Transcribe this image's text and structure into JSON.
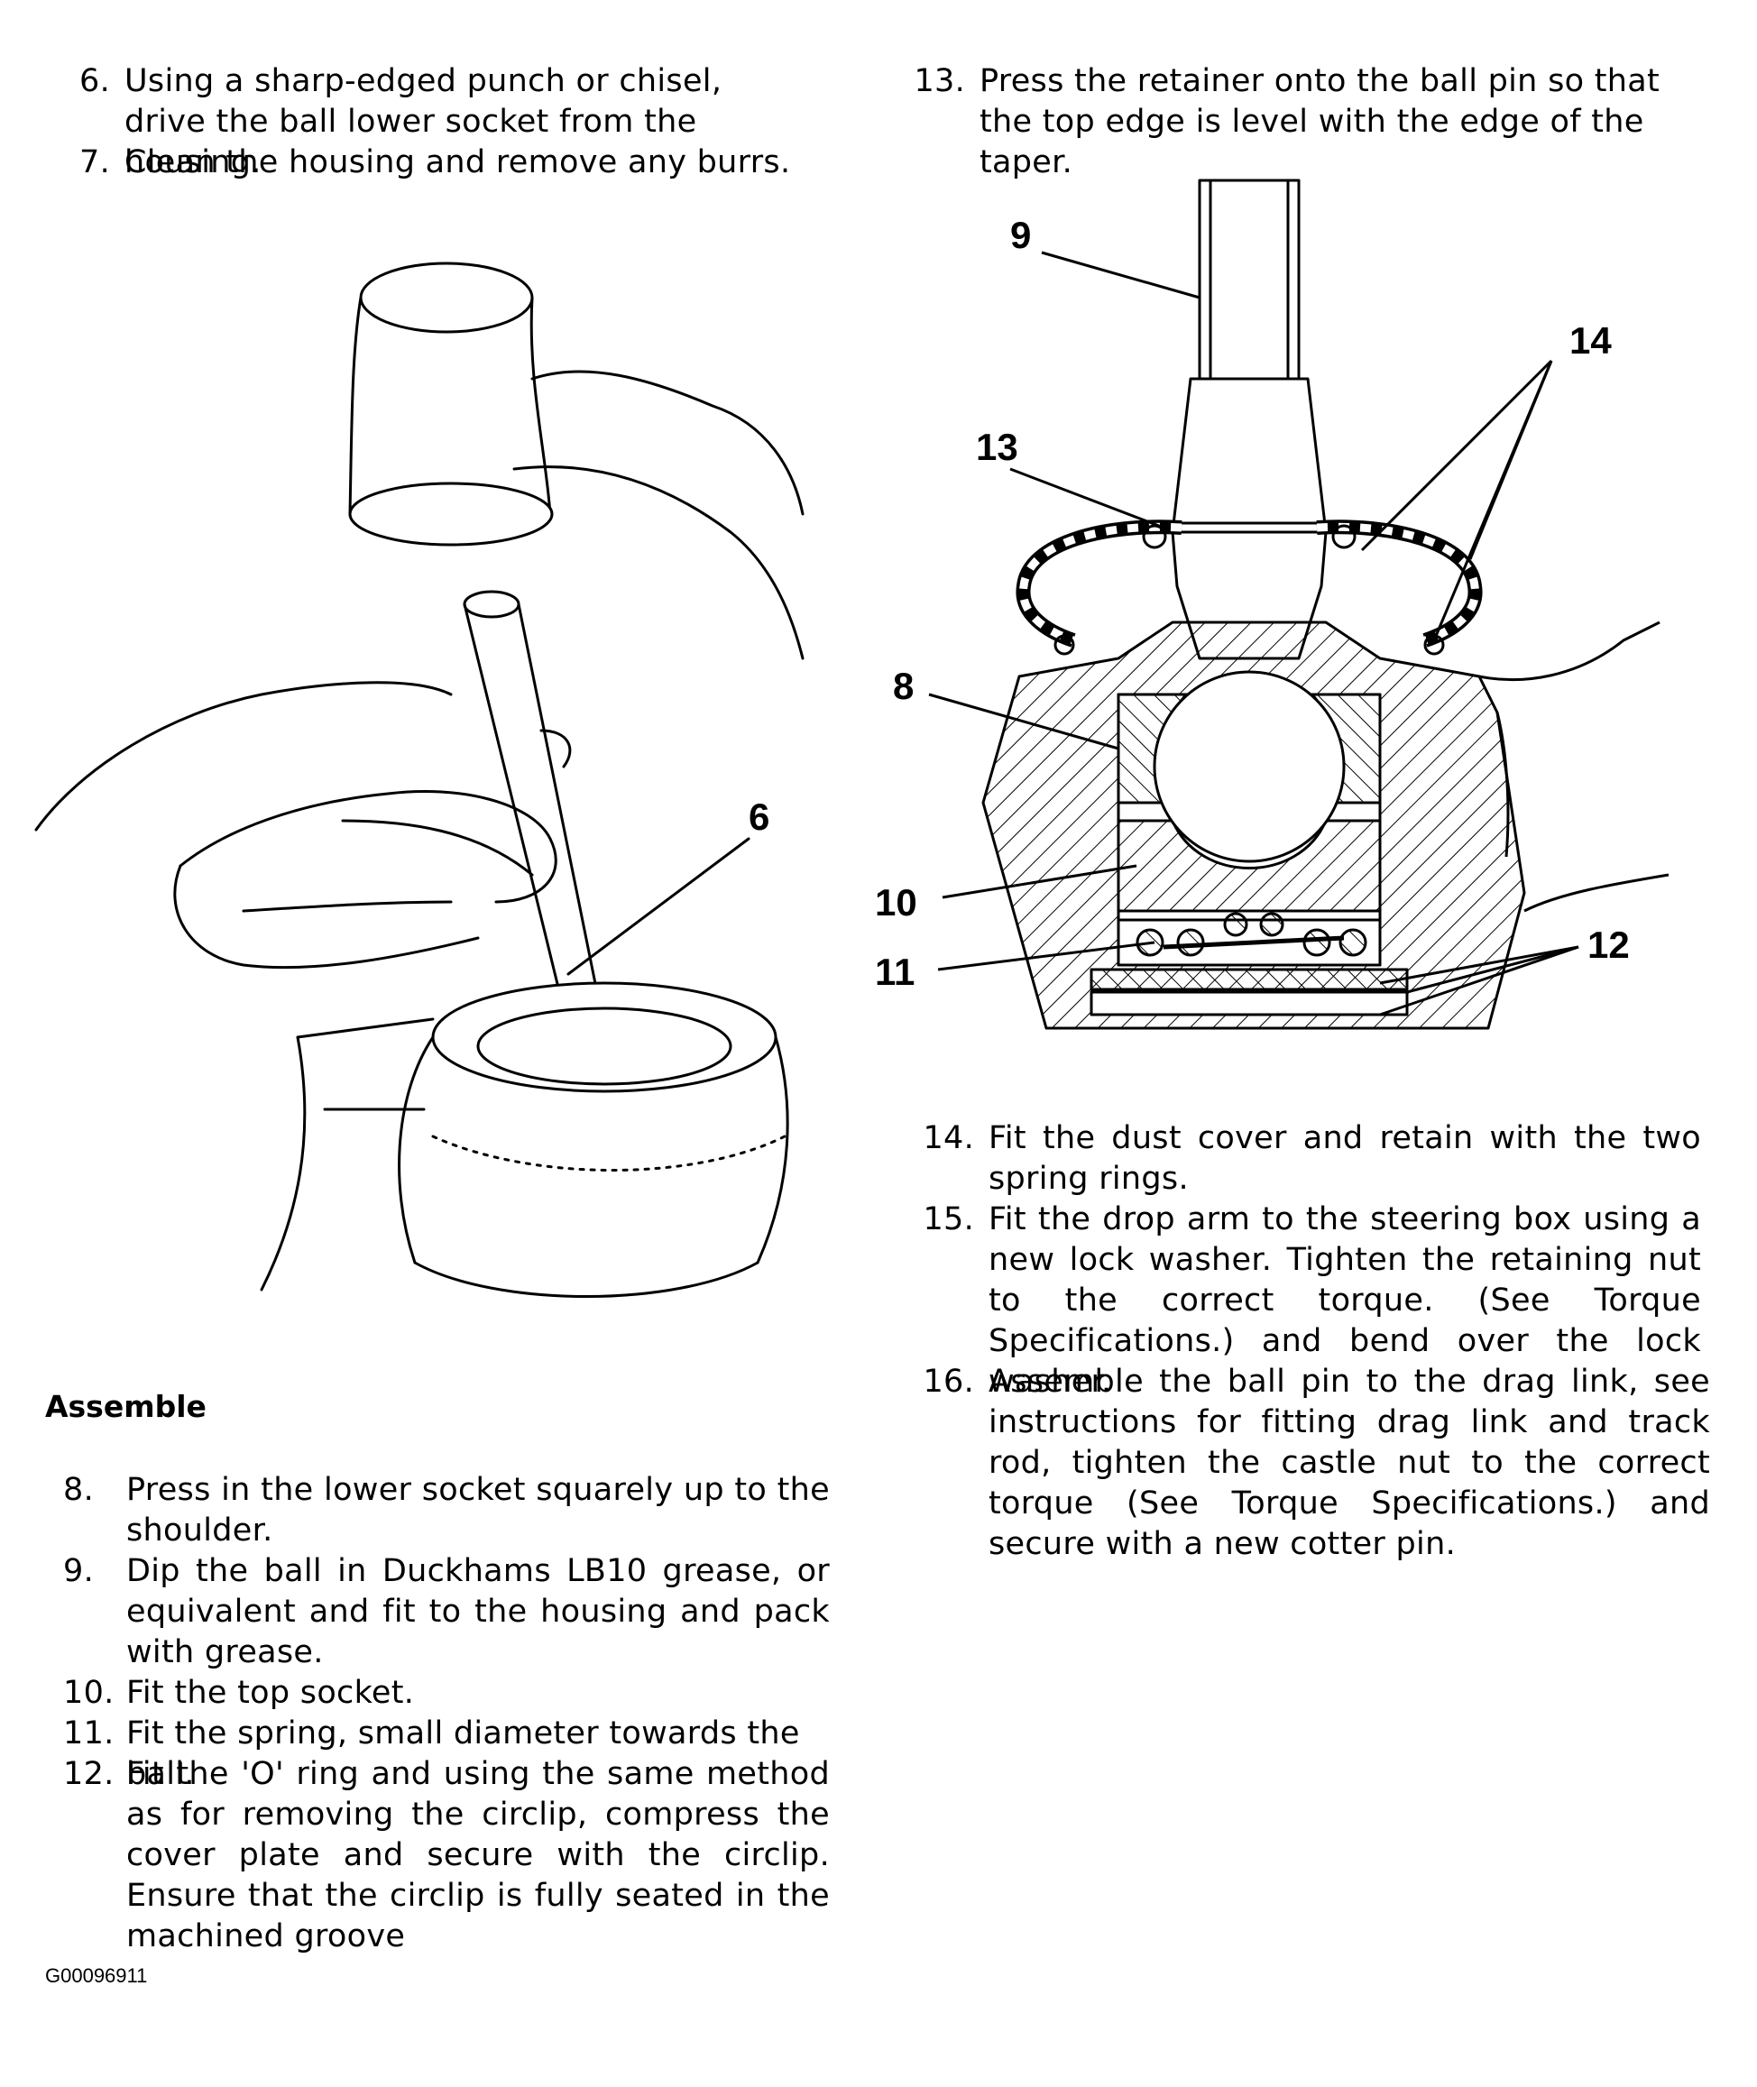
{
  "left_top_steps": [
    {
      "num": "6.",
      "text": "Using a sharp-edged punch or chisel, drive the ball lower socket from the housing."
    },
    {
      "num": "7.",
      "text": "Clean the housing and remove any burrs."
    }
  ],
  "right_top_step": {
    "num": "13.",
    "text": "Press the retainer onto the ball pin so that the top edge is level with the edge of the taper."
  },
  "figure_left": {
    "callout": "6"
  },
  "figure_right": {
    "callouts": [
      "9",
      "13",
      "14",
      "8",
      "10",
      "11",
      "12"
    ]
  },
  "assemble_heading": "Assemble",
  "assemble_steps": [
    {
      "num": "8.",
      "text": "Press in the lower socket squarely up to the shoulder."
    },
    {
      "num": "9.",
      "text": "Dip the ball in Duckhams LB10 grease, or equivalent and fit to the housing and pack with grease."
    },
    {
      "num": "10.",
      "text": "Fit the top socket."
    },
    {
      "num": "11.",
      "text": "Fit the spring, small diameter towards the ball."
    },
    {
      "num": "12.",
      "text": "Fit the 'O' ring and using the same method as for removing the circlip, compress the cover plate and secure with the circlip. Ensure that the circlip is fully seated in the machined groove"
    }
  ],
  "right_steps": [
    {
      "num": "14.",
      "text": "Fit the dust cover and retain with the two spring rings."
    },
    {
      "num": "15.",
      "text": "Fit the drop arm to the steering box using a new lock washer. Tighten the retaining nut to the correct torque. (See Torque Specifications.) and bend over the lock washer."
    },
    {
      "num": "16.",
      "text": "Assemble the ball pin to the drag link, see instructions for fitting drag link and track rod, tighten the castle nut to the correct torque (See Torque Specifications.) and secure with a new cotter pin."
    }
  ],
  "doc_id": "G00096911"
}
